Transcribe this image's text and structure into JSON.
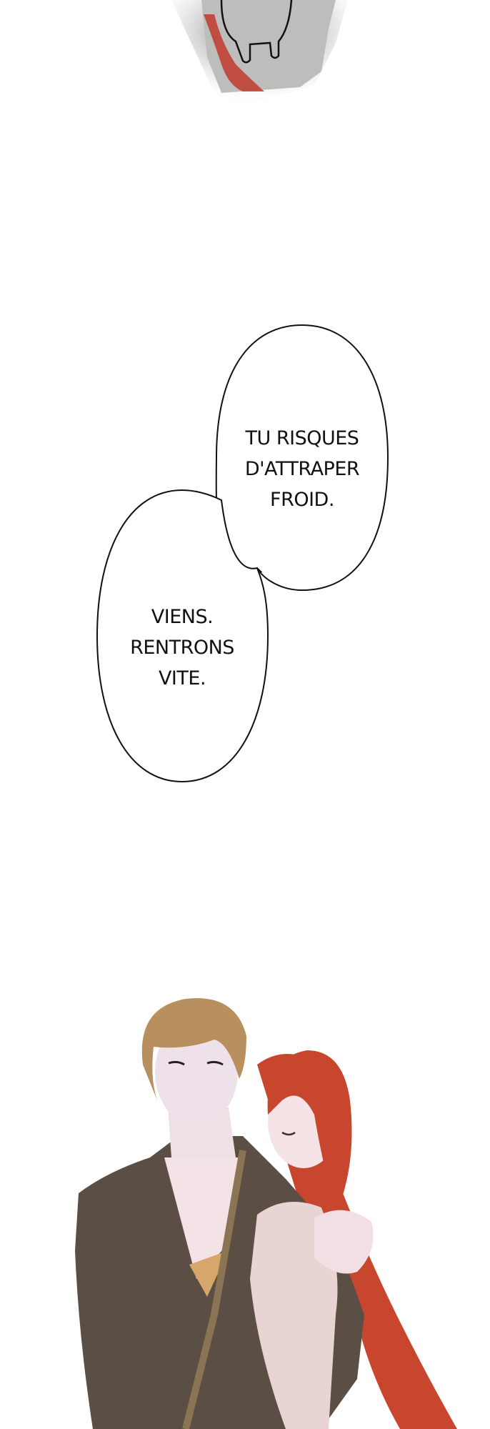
{
  "panels": {
    "top_fragment": {
      "description_colors": {
        "stone": "#bdbdbb",
        "blood": "#c0392b",
        "shadow": "#3a3a3a"
      }
    },
    "speech_bubbles": [
      {
        "lines": [
          "TU RISQUES",
          "D'ATTRAPER",
          "FROID."
        ]
      },
      {
        "lines": [
          "VIENS.",
          "RENTRONS",
          "VITE."
        ]
      }
    ],
    "bottom_illustration": {
      "colors": {
        "robe": "#5b4f45",
        "male_hair": "#b88f5e",
        "female_hair": "#c8452e",
        "skin": "#f3e3e6"
      }
    }
  }
}
